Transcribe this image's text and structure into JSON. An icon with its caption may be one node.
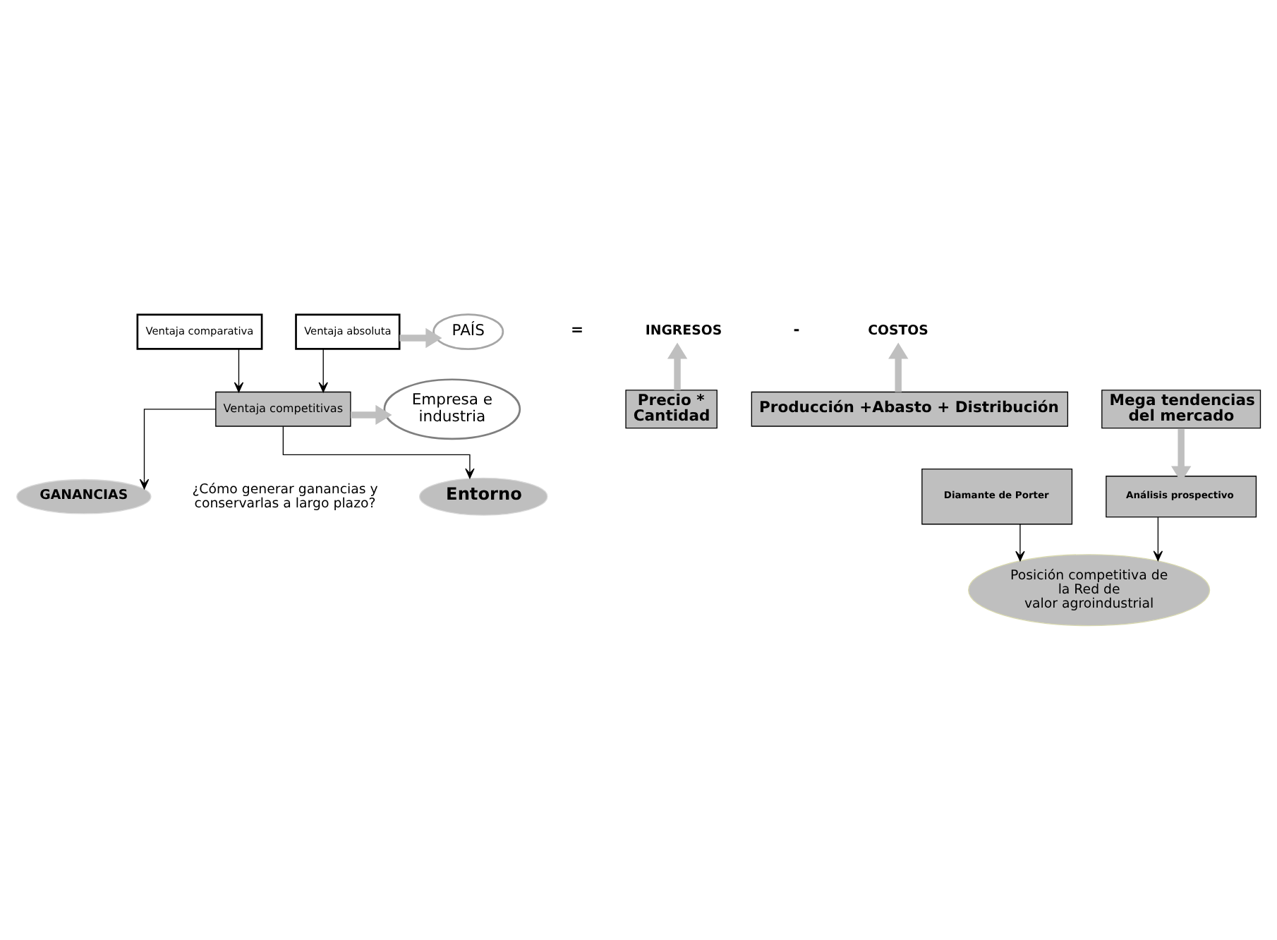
{
  "diagram": {
    "nodes": [
      {
        "text": [
          "Ventaja comparativa"
        ]
      },
      {
        "text": [
          "Ventaja absoluta"
        ]
      },
      {
        "text": [
          "Ventaja competitivas"
        ]
      },
      {
        "text": [
          "PAÍS"
        ]
      },
      {
        "text": [
          "Empresa e industria"
        ]
      },
      {
        "text": [
          "GANANCIAS"
        ]
      },
      {
        "text": [
          "Entorno"
        ]
      },
      {
        "text": [
          "INGRESOS"
        ]
      },
      {
        "text": [
          "COSTOS"
        ]
      },
      {
        "text": [
          "Precio * Cantidad"
        ]
      },
      {
        "text": [
          "Producción +Abasto + Distribución"
        ]
      },
      {
        "text": [
          "Mega tendencias del mercado"
        ]
      },
      {
        "text": [
          "Diamante de Porter"
        ]
      },
      {
        "text": [
          "Análisis prospectivo"
        ]
      },
      {
        "text": [
          "Posición competitiva de la Red de valor agroindustrial"
        ]
      }
    ],
    "edges": [
      {
        "from": 0,
        "to": 2,
        "arrow": "to"
      },
      {
        "from": 1,
        "to": 2,
        "arrow": "to"
      },
      {
        "from": 1,
        "to": 3,
        "arrow": "to",
        "style": "thick",
        "color": "#bfbfbf"
      },
      {
        "from": 2,
        "to": 4,
        "arrow": "to",
        "style": "thick",
        "color": "#bfbfbf"
      },
      {
        "from": 2,
        "to": 5,
        "arrow": "to"
      },
      {
        "from": 2,
        "to": 6,
        "arrow": "to"
      },
      {
        "from": 9,
        "to": 7,
        "arrow": "to",
        "style": "thick",
        "color": "#bfbfbf"
      },
      {
        "from": 10,
        "to": 8,
        "arrow": "to",
        "style": "thick",
        "color": "#bfbfbf"
      },
      {
        "from": 11,
        "to": 13,
        "arrow": "to",
        "style": "thick",
        "color": "#bfbfbf"
      },
      {
        "from": 12,
        "to": 14,
        "arrow": "to"
      },
      {
        "from": 13,
        "to": 14,
        "arrow": "to"
      }
    ],
    "labels": [
      "¿Cómo generar ganancias y conservarlas a largo plazo?",
      "=",
      "-"
    ]
  }
}
